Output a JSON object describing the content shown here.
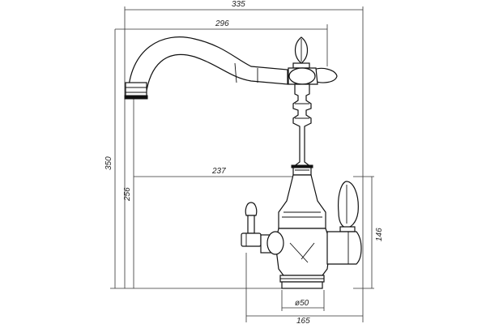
{
  "drawing": {
    "subject": "kitchen-faucet-technical-drawing",
    "dimensions": {
      "overall_width": "335",
      "spout_reach": "296",
      "inner_reach": "237",
      "total_height": "350",
      "spout_height": "256",
      "handle_height": "146",
      "base_diameter": "ø50",
      "base_width": "165"
    }
  }
}
